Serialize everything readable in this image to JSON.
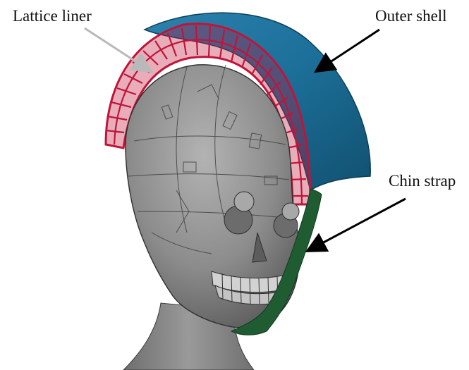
{
  "labels": {
    "lattice_liner": "Lattice liner",
    "outer_shell": "Outer shell",
    "chin_strap": "Chin strap"
  },
  "colors": {
    "shell": "#1a6c95",
    "liner": "#c0143a",
    "strap": "#1f5c31",
    "skull": "#8e8e8e",
    "arrow_liner": "#b9b9b9",
    "arrow_dark": "#000000"
  },
  "icons": {
    "arrow": "arrow-icon"
  }
}
